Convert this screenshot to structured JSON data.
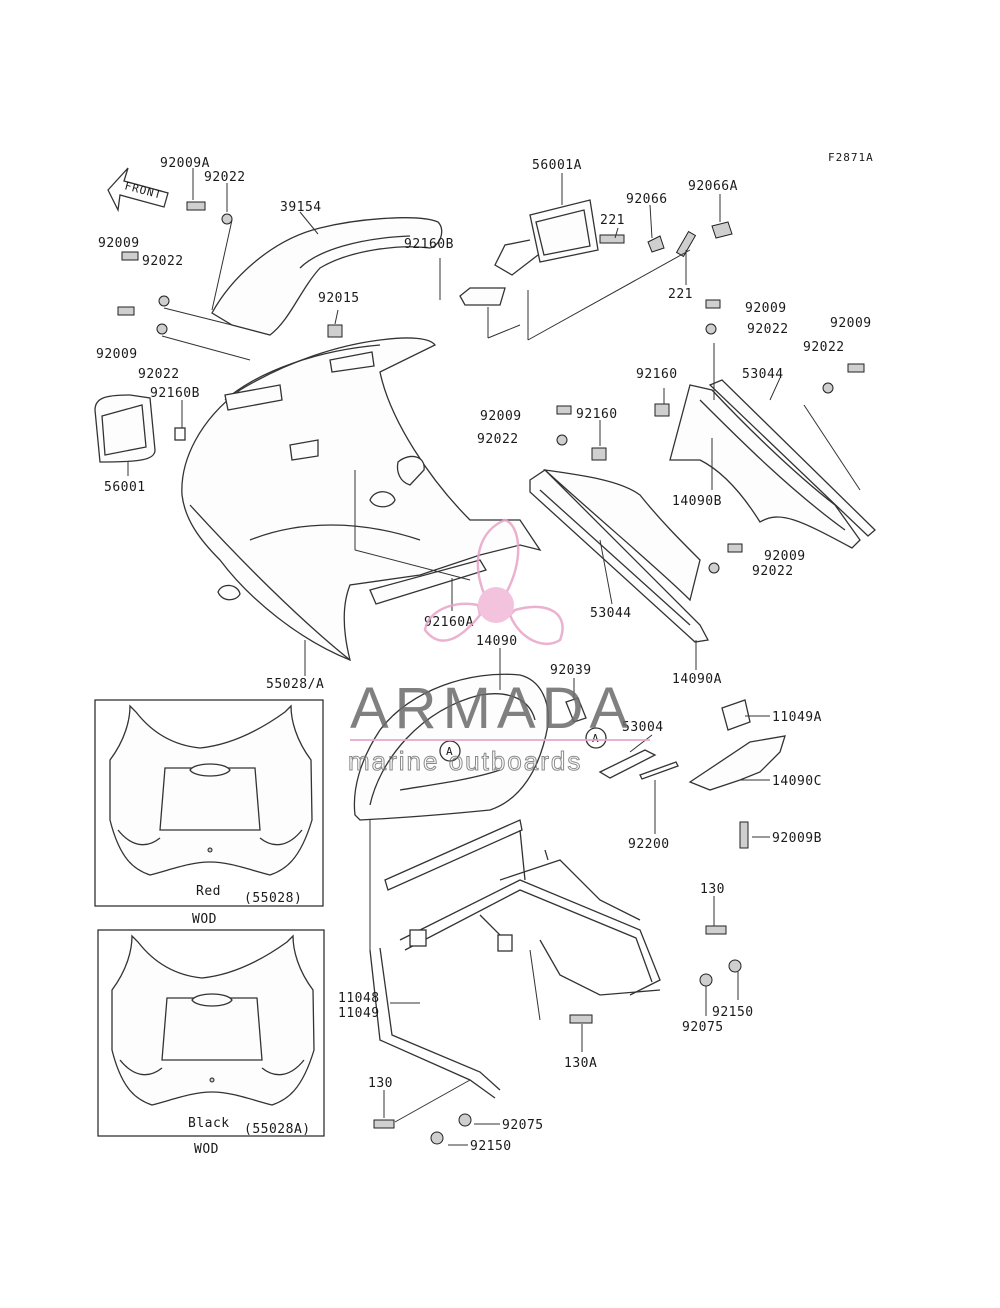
{
  "figure_code": "F2871A",
  "front_arrow_label": "FRONT",
  "parts": [
    {
      "id": "p-92009a",
      "label": "92009A"
    },
    {
      "id": "p-92022-a",
      "label": "92022"
    },
    {
      "id": "p-39154",
      "label": "39154"
    },
    {
      "id": "p-92009-a",
      "label": "92009"
    },
    {
      "id": "p-92022-b",
      "label": "92022"
    },
    {
      "id": "p-92009-b",
      "label": "92009"
    },
    {
      "id": "p-92015",
      "label": "92015"
    },
    {
      "id": "p-92022-c",
      "label": "92022"
    },
    {
      "id": "p-92160b-a",
      "label": "92160B"
    },
    {
      "id": "p-56001",
      "label": "56001"
    },
    {
      "id": "p-56001a",
      "label": "56001A"
    },
    {
      "id": "p-92066",
      "label": "92066"
    },
    {
      "id": "p-92066a",
      "label": "92066A"
    },
    {
      "id": "p-221-a",
      "label": "221"
    },
    {
      "id": "p-221-b",
      "label": "221"
    },
    {
      "id": "p-92160b-b",
      "label": "92160B"
    },
    {
      "id": "p-92009-c",
      "label": "92009"
    },
    {
      "id": "p-92022-d",
      "label": "92022"
    },
    {
      "id": "p-92009-d",
      "label": "92009"
    },
    {
      "id": "p-92022-e",
      "label": "92022"
    },
    {
      "id": "p-92160-a",
      "label": "92160"
    },
    {
      "id": "p-53044-a",
      "label": "53044"
    },
    {
      "id": "p-92009-e",
      "label": "92009"
    },
    {
      "id": "p-92160-b",
      "label": "92160"
    },
    {
      "id": "p-92022-f",
      "label": "92022"
    },
    {
      "id": "p-14090b",
      "label": "14090B"
    },
    {
      "id": "p-92009-f",
      "label": "92009"
    },
    {
      "id": "p-92022-g",
      "label": "92022"
    },
    {
      "id": "p-53044-b",
      "label": "53044"
    },
    {
      "id": "p-92160a",
      "label": "92160A"
    },
    {
      "id": "p-14090",
      "label": "14090"
    },
    {
      "id": "p-14090a",
      "label": "14090A"
    },
    {
      "id": "p-55028a",
      "label": "55028/A"
    },
    {
      "id": "p-92039",
      "label": "92039"
    },
    {
      "id": "p-53004",
      "label": "53004"
    },
    {
      "id": "p-11049a",
      "label": "11049A"
    },
    {
      "id": "p-14090c",
      "label": "14090C"
    },
    {
      "id": "p-92200",
      "label": "92200"
    },
    {
      "id": "p-92009b",
      "label": "92009B"
    },
    {
      "id": "p-130-a",
      "label": "130"
    },
    {
      "id": "p-11048",
      "label": "11048"
    },
    {
      "id": "p-11049",
      "label": "11049"
    },
    {
      "id": "p-92150-a",
      "label": "92150"
    },
    {
      "id": "p-92075-a",
      "label": "92075"
    },
    {
      "id": "p-130a",
      "label": "130A"
    },
    {
      "id": "p-130-b",
      "label": "130"
    },
    {
      "id": "p-92075-b",
      "label": "92075"
    },
    {
      "id": "p-92150-b",
      "label": "92150"
    }
  ],
  "ref_marker": "A",
  "insets": [
    {
      "color_label": "Red",
      "part_ref": "(55028)",
      "caption": "WOD"
    },
    {
      "color_label": "Black",
      "part_ref": "(55028A)",
      "caption": "WOD"
    }
  ],
  "watermark": {
    "name": "ARMADA",
    "tagline": "marine outboards",
    "colors": {
      "logo": "#e8a4c8",
      "logo_hub": "#f2b8d6",
      "text": "#6b6b6b"
    }
  }
}
